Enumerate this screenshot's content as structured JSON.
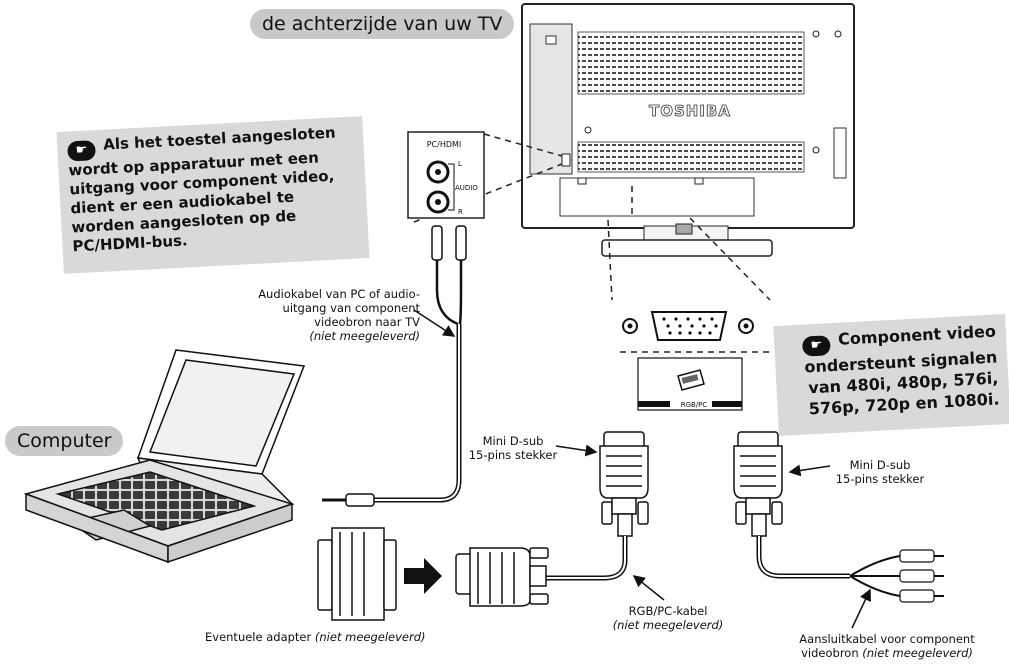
{
  "header_label": "de achterzijde van uw TV",
  "brand": "TOSHIBA",
  "computer_label": "Computer",
  "note_left": {
    "line1": "Als het toestel aangesloten",
    "line2": "wordt op apparatuur met een",
    "line3": "uitgang voor component video,",
    "line4": "dient er een audiokabel te",
    "line5": "worden aangesloten op de",
    "line6": "PC/HDMI-bus."
  },
  "note_right": {
    "line1": "Component video",
    "line2": "ondersteunt signalen",
    "line3": "van 480i, 480p, 576i,",
    "line4": "576p, 720p en 1080i."
  },
  "panel": {
    "title": "PC/HDMI",
    "left": "L",
    "audio": "AUDIO",
    "right": "R"
  },
  "rgb_port_label": "RGB/PC",
  "labels": {
    "audio_cable_line1": "Audiokabel van PC of audio-",
    "audio_cable_line2": "uitgang van component",
    "audio_cable_line3": "videobron naar TV",
    "audio_cable_note": "(niet meegeleverd)",
    "dsub_left_line1": "Mini D-sub",
    "dsub_left_line2": "15-pins stekker",
    "dsub_right_line1": "Mini D-sub",
    "dsub_right_line2": "15-pins stekker",
    "adapter": "Eventuele adapter",
    "adapter_note": "(niet meegeleverd)",
    "rgb_cable": "RGB/PC-kabel",
    "rgb_cable_note": "(niet meegeleverd)",
    "component_cable_line1": "Aansluitkabel voor component",
    "component_cable_line2": "videobron",
    "component_cable_note": "(niet meegeleverd)"
  },
  "icons": [
    "hand-pointer-icon",
    "port-icon",
    "arrow-right-icon"
  ]
}
